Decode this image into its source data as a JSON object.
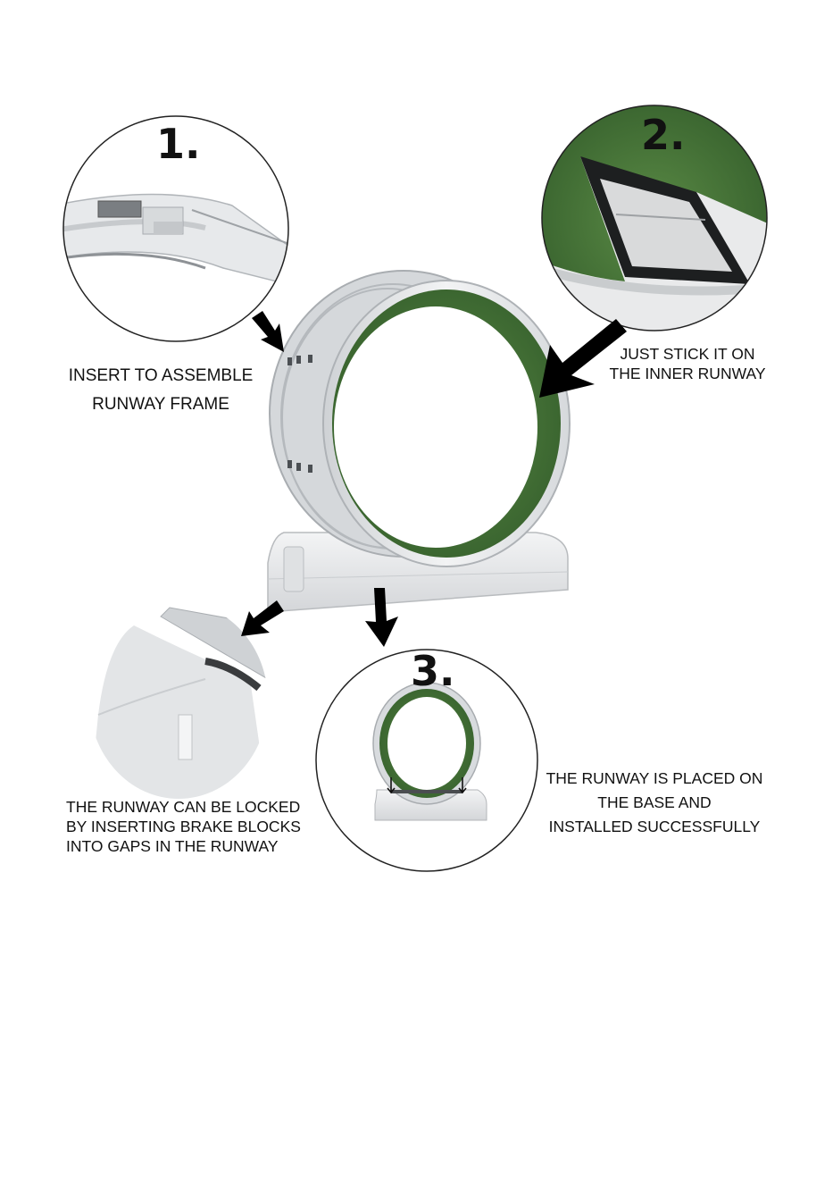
{
  "steps": [
    {
      "number": "1.",
      "caption_lines": [
        "INSERT TO ASSEMBLE",
        "RUNWAY FRAME"
      ]
    },
    {
      "number": "2.",
      "caption_lines": [
        "JUST STICK IT ON",
        "THE INNER RUNWAY"
      ]
    },
    {
      "number": "3.",
      "caption_lines": [
        "THE RUNWAY IS PLACED ON",
        "THE BASE AND",
        "INSTALLED SUCCESSFULLY"
      ]
    }
  ],
  "brake_note": {
    "caption_lines": [
      "THE RUNWAY CAN BE LOCKED",
      "BY INSERTING BRAKE BLOCKS",
      "INTO GAPS IN THE RUNWAY"
    ]
  },
  "colors": {
    "frame": "#e6e7e8",
    "frame_edge": "#b9bcbf",
    "runway_green": "#3f6e35",
    "arrow": "#000000"
  }
}
